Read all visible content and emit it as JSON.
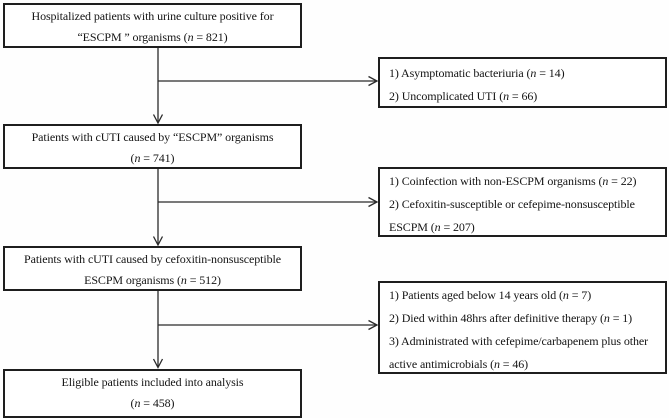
{
  "figure": {
    "background_color": "#ffffff",
    "box_border_color": "#1e1e1e",
    "connector_color": "#2a2a2a",
    "text_color": "#141414"
  },
  "main_boxes": {
    "box1": {
      "line1": "Hospitalized patients with urine culture positive for",
      "line2_pre": "“ESCPM ” organisms (",
      "line2_n": "n",
      "line2_post": " = 821)"
    },
    "box2": {
      "line1": "Patients with cUTI caused by “ESCPM” organisms",
      "line2_pre": "(",
      "line2_n": "n",
      "line2_post": " = 741)"
    },
    "box3": {
      "line1": "Patients with cUTI caused by  cefoxitin-nonsusceptible",
      "line2_pre": "ESCPM organisms (",
      "line2_n": "n",
      "line2_post": " = 512)"
    },
    "box4": {
      "line1": "Eligible patients included into analysis",
      "line2_pre": "(",
      "line2_n": "n",
      "line2_post": " = 458)"
    }
  },
  "exclusion_boxes": {
    "side1": {
      "item1_pre": "1) Asymptomatic bacteriuria (",
      "item1_n": "n",
      "item1_post": " = 14)",
      "item2_pre": "2) Uncomplicated UTI (",
      "item2_n": "n",
      "item2_post": " = 66)"
    },
    "side2": {
      "item1_pre": "1) Coinfection with non-ESCPM organisms (",
      "item1_n": "n",
      "item1_post": " = 22)",
      "item2": "2) Cefoxitin-susceptible or cefepime-nonsusceptible",
      "item3_pre": "ESCPM (",
      "item3_n": "n",
      "item3_post": " = 207)"
    },
    "side3": {
      "item1_pre": "1) Patients aged below 14 years old (",
      "item1_n": "n",
      "item1_post": " = 7)",
      "item2_pre": "2) Died within 48hrs after definitive therapy (",
      "item2_n": "n",
      "item2_post": " = 1)",
      "item3": "3) Administrated with cefepime/carbapenem plus other",
      "item4_pre": "active antimicrobials (",
      "item4_n": "n",
      "item4_post": " = 46)"
    }
  }
}
